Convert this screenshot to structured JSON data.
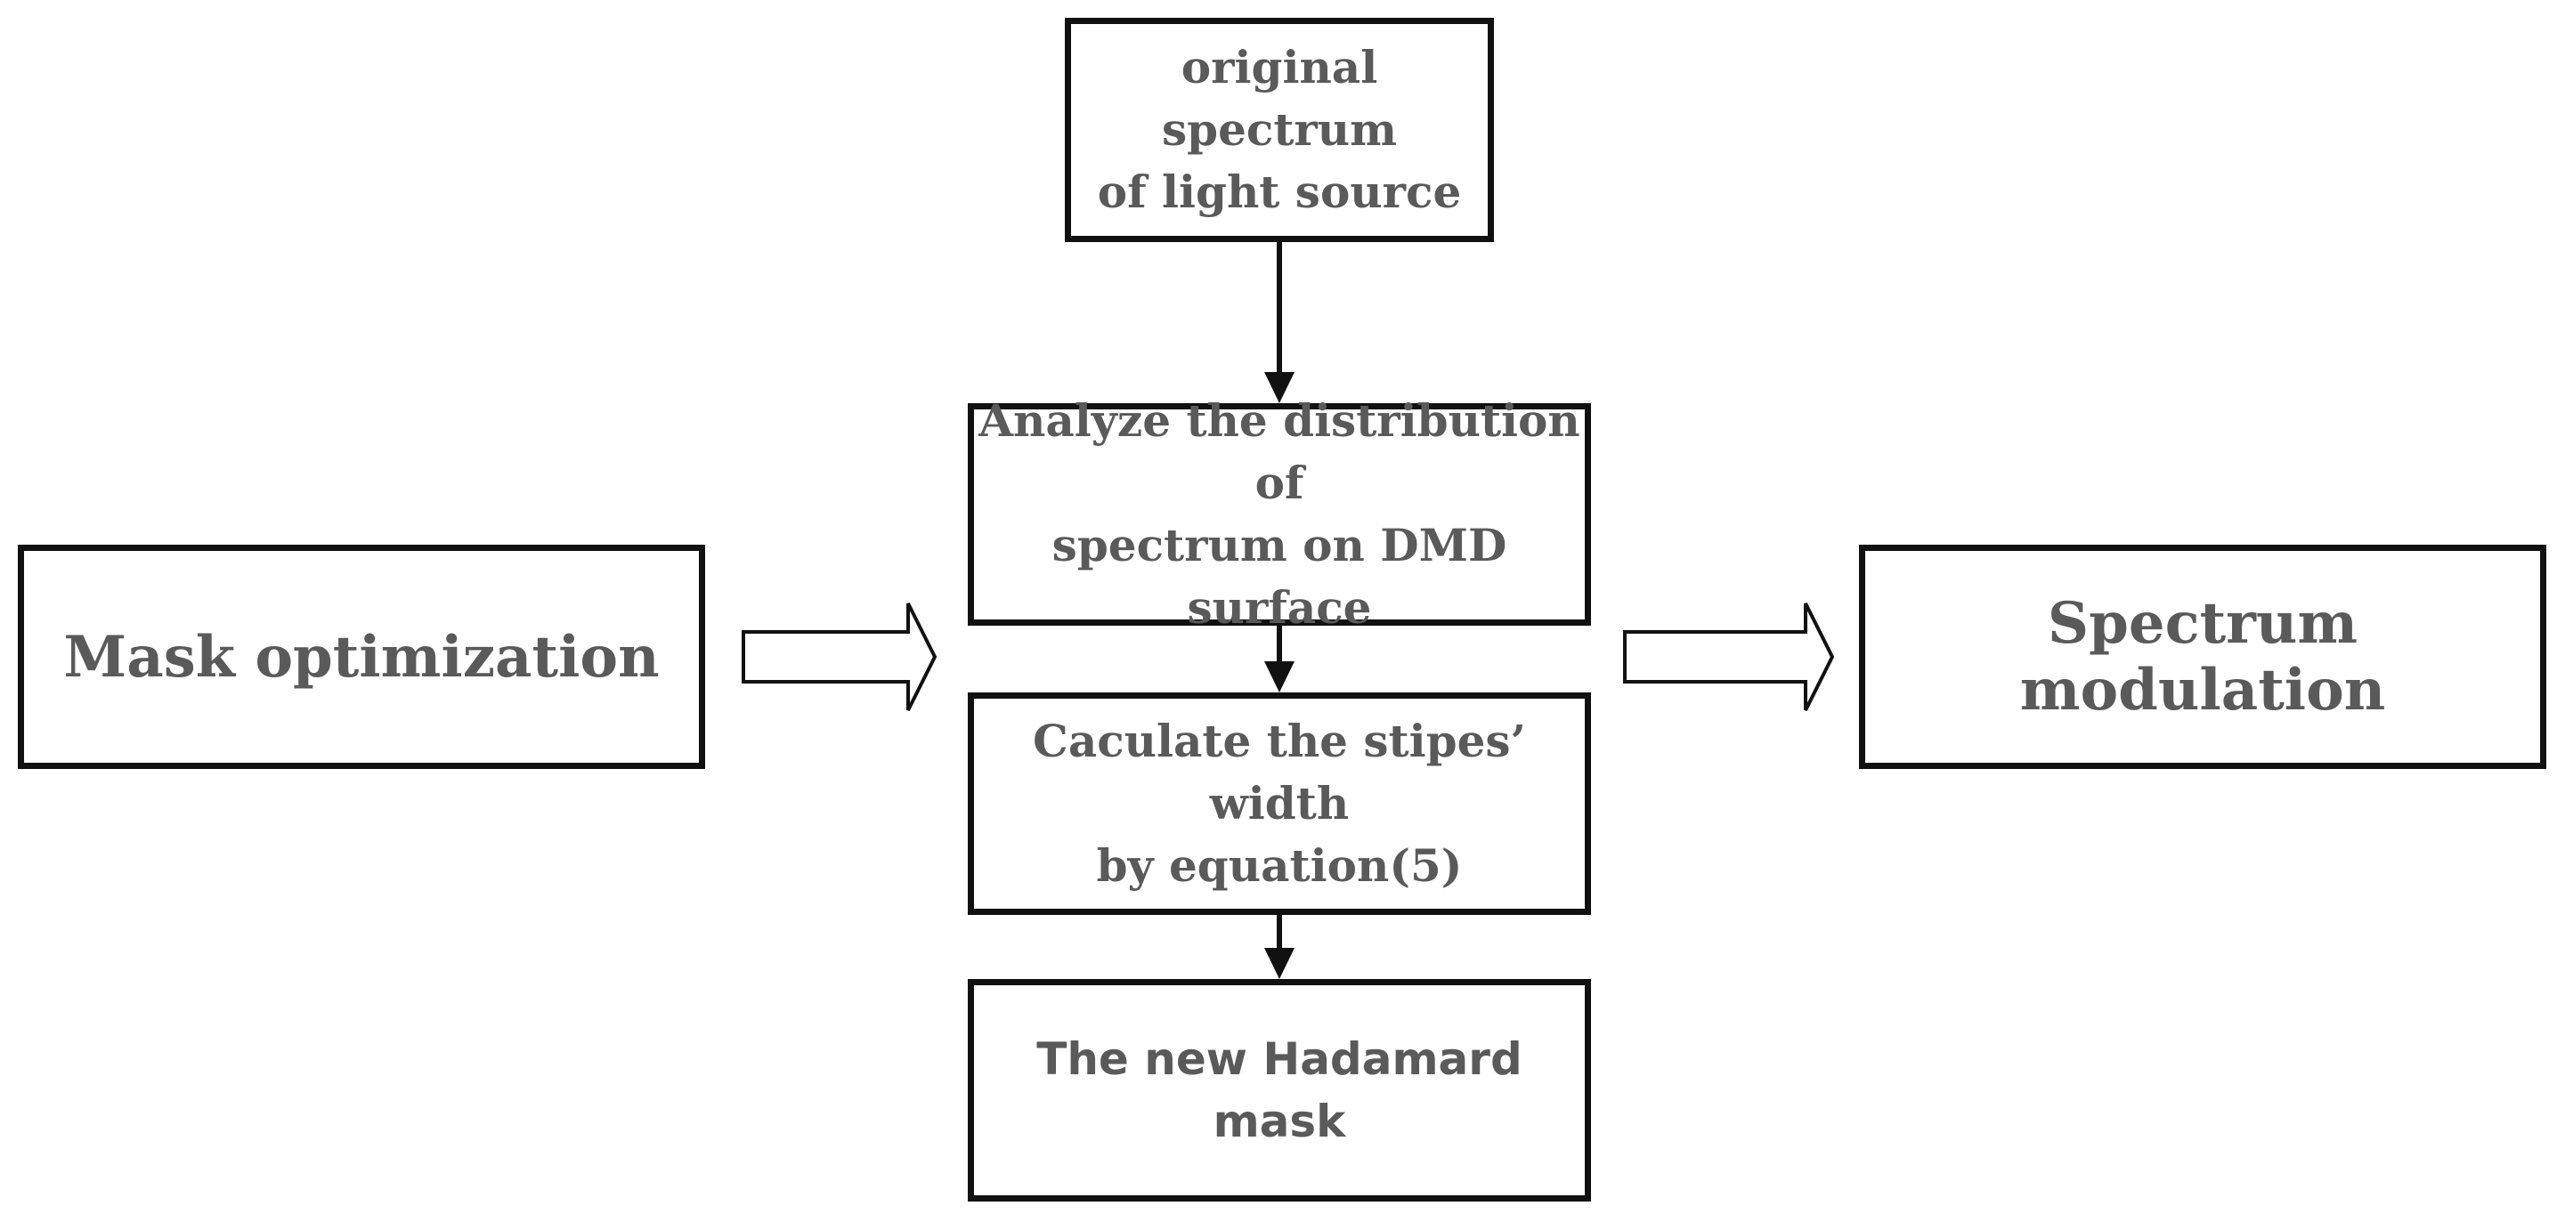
{
  "nodes": {
    "original_spectrum": "original spectrum\nof light source",
    "analyze": "Analyze the distribution of\nspectrum on DMD surface",
    "calculate": "Caculate the stipes’ width\nby equation(5)",
    "new_mask": "The new Hadamard mask",
    "mask_optimization": "Mask optimization",
    "spectrum_modulation": "Spectrum modulation"
  },
  "colors": {
    "text": "#5a5a5a",
    "border": "#111111",
    "background": "#ffffff"
  }
}
